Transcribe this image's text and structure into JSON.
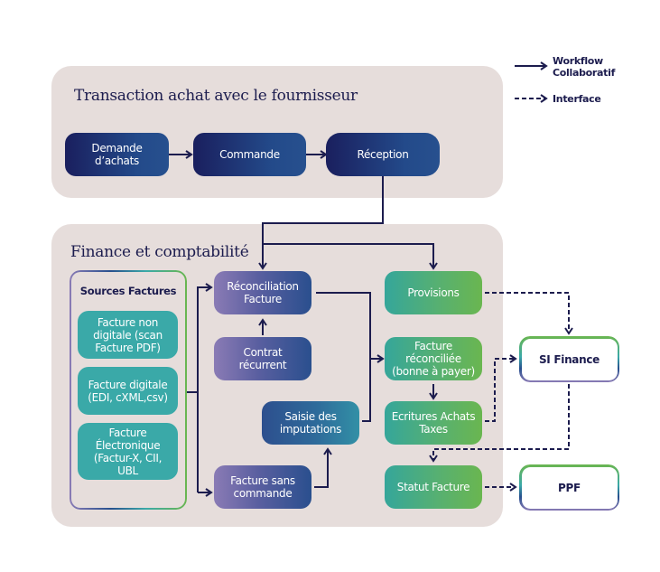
{
  "legend": {
    "solid_label": "Workflow Collaboratif",
    "solid_label_line1": "Workflow",
    "solid_label_line2": "Collaboratif",
    "dashed_label": "Interface"
  },
  "panels": {
    "transaction": {
      "title": "Transaction achat avec le fournisseur",
      "steps": [
        {
          "id": "demande",
          "label": "Demande d’achats"
        },
        {
          "id": "commande",
          "label": "Commande"
        },
        {
          "id": "reception",
          "label": "Réception"
        }
      ]
    },
    "finance": {
      "title": "Finance et comptabilité",
      "sources": {
        "title": "Sources Factures",
        "items": [
          {
            "label": "Facture non digitale (scan Facture PDF)"
          },
          {
            "label": "Facture digitale (EDI, cXML,csv)"
          },
          {
            "label": "Facture Électronique (Factur-X, CII, UBL"
          }
        ]
      },
      "nodes": {
        "reconciliation": "Réconciliation Facture",
        "contrat": "Contrat récurrent",
        "saisie": "Saisie des imputations",
        "sans_commande": "Facture sans commande",
        "provisions": "Provisions",
        "reconciliee": "Facture réconciliée (bonne à payer)",
        "ecritures": "Ecritures Achats Taxes",
        "statut": "Statut Facture"
      }
    }
  },
  "external": {
    "si_finance": "SI Finance",
    "ppf": "PPF"
  },
  "colors": {
    "ink": "#1c1c4e",
    "panel_bg": "#e6dddb",
    "navy": "#1a1f5e",
    "blue": "#27508e",
    "purple": "#8a7bb5",
    "teal": "#3aa9a8",
    "green": "#6ab650"
  }
}
